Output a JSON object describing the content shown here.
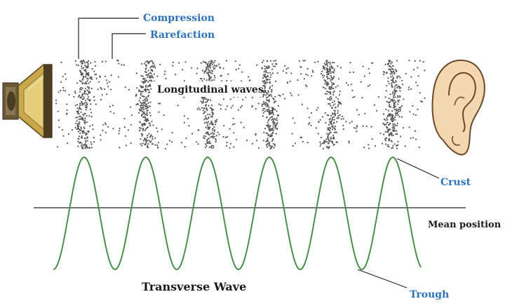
{
  "labels": {
    "compression": "Compression",
    "rarefaction": "Rarefaction",
    "longitudinal": "Longitudinal waves",
    "crust": "Crust",
    "mean_position": "Mean position",
    "transverse": "Transverse Wave",
    "trough": "Trough"
  },
  "colors": {
    "label_blue": "#2e74b5",
    "wave_green": "#4a8f4a",
    "particle": "#555555",
    "mean_line": "#777777"
  },
  "wave": {
    "crests": 6
  },
  "icons": [
    "speaker-icon",
    "ear-icon"
  ]
}
